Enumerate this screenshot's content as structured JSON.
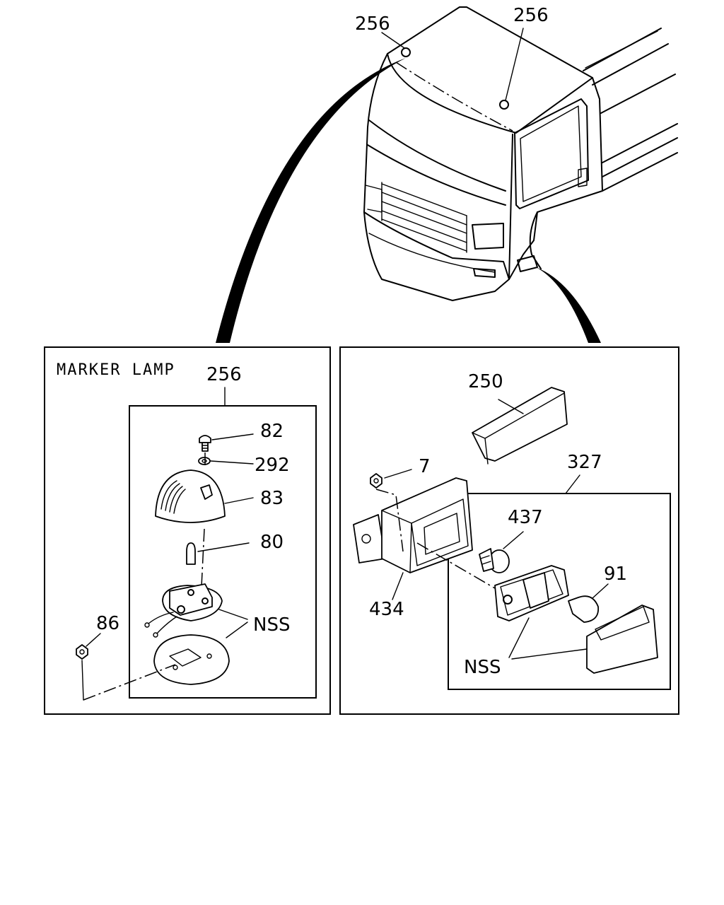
{
  "vehicle_callouts": {
    "roof_left": "256",
    "roof_center": "256"
  },
  "marker_lamp_panel": {
    "title": "MARKER LAMP",
    "assembly": "256",
    "screw": "82",
    "washer": "292",
    "lens": "83",
    "bulb": "80",
    "nut": "86",
    "socket_base": "NSS"
  },
  "side_lamp_panel": {
    "cover": "250",
    "nut": "7",
    "bracket": "434",
    "assembly": "327",
    "socket": "437",
    "bulb": "91",
    "housing_lens": "NSS"
  }
}
